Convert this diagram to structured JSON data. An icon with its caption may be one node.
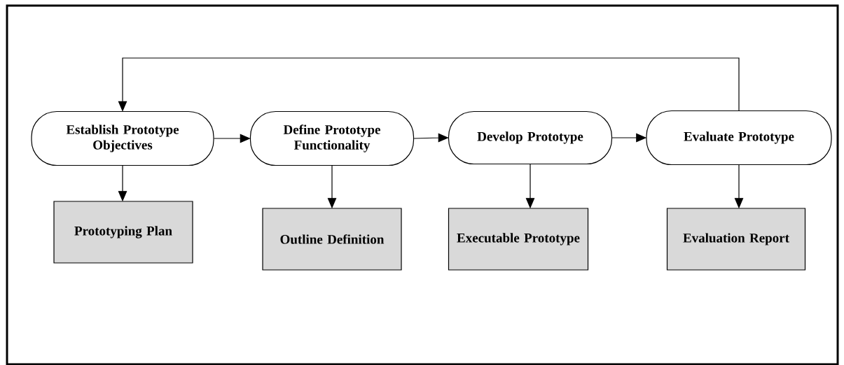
{
  "diagram": {
    "nodes": [
      {
        "text": [
          "Establish Prototype Objectives"
        ]
      },
      {
        "text": [
          "Define Prototype Functionality"
        ]
      },
      {
        "text": [
          "Develop Prototype"
        ]
      },
      {
        "text": [
          "Evaluate Prototype"
        ]
      },
      {
        "text": [
          "Prototyping Plan"
        ]
      },
      {
        "text": [
          "Outline Definition"
        ]
      },
      {
        "text": [
          "Executable Prototype"
        ]
      },
      {
        "text": [
          "Evaluation Report"
        ]
      }
    ],
    "edges": [
      {
        "from": 0,
        "to": 1,
        "arrow": "to"
      },
      {
        "from": 1,
        "to": 2,
        "arrow": "to"
      },
      {
        "from": 2,
        "to": 3,
        "arrow": "to"
      },
      {
        "from": 0,
        "to": 4,
        "arrow": "to"
      },
      {
        "from": 1,
        "to": 5,
        "arrow": "to"
      },
      {
        "from": 2,
        "to": 6,
        "arrow": "to"
      },
      {
        "from": 3,
        "to": 7,
        "arrow": "to"
      },
      {
        "from": 3,
        "to": 0,
        "arrow": "to"
      }
    ]
  }
}
